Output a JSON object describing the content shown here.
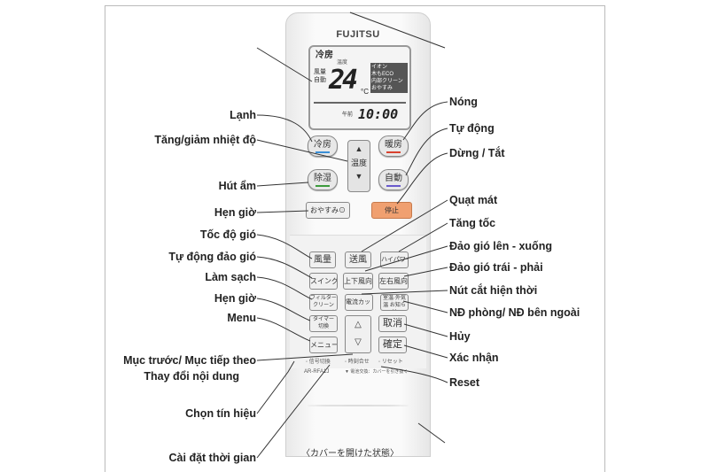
{
  "remote": {
    "brand": "FUJITSU",
    "lcd": {
      "mode": "冷房",
      "fan_line1": "風量",
      "fan_line2": "自動",
      "temp_label": "温度",
      "temperature": "24",
      "unit": "°C",
      "side_indicators": [
        "イオン",
        "木もECO",
        "内部クリーン",
        "おやすみ"
      ],
      "time_prefix": "午前",
      "time": "10:00"
    },
    "buttons": {
      "cool": "冷房",
      "heat": "暖房",
      "dry": "除湿",
      "auto": "自動",
      "temp_rocker": "温度",
      "up": "▲",
      "down": "▼",
      "sleep": "おやすみ⊙",
      "stop": "停止",
      "fan_speed": "風量",
      "fan": "送風",
      "powerful": "ハイパワー",
      "swing": "スイング",
      "vertical": "上下風向",
      "horizontal": "左右風向",
      "filter": "フィルター クリーン",
      "current_cut": "電流カット",
      "temp_display": "室温·外気温 お知らせ",
      "timer": "タイマー 切換",
      "menu": "メニュー",
      "nav_up": "△",
      "nav_down": "▽",
      "cancel": "取消",
      "confirm": "確定"
    },
    "small_text": {
      "signal": "◦ 信号切換",
      "clock_set": "◦ 時刻合せ",
      "reset": "◦ リセット",
      "model": "AR-RFA1J",
      "battery": "▼ 電池交換：カバーを引き抜く"
    },
    "colors": {
      "cool": "#3a8fd6",
      "heat": "#d9412e",
      "dry": "#3c9b3c",
      "auto": "#6a5acd",
      "stop": "#f0a070"
    }
  },
  "caption": "〈カバーを開けた状態〉",
  "labels_left": [
    "Lạnh",
    "Tăng/giảm nhiệt độ",
    "Hút ẩm",
    "Hẹn giờ",
    "Tốc độ gió",
    "Tự động đảo gió",
    "Làm sạch",
    "Hẹn giờ",
    "Menu",
    "Mục trước/ Mục tiếp theo",
    "Thay đổi nội dung",
    "Chọn tín hiệu",
    "Cài đặt thời gian"
  ],
  "labels_right": [
    "Nóng",
    "Tự động",
    "Dừng / Tắt",
    "Quạt mát",
    "Tăng tốc",
    "Đảo gió lên - xuống",
    "Đảo gió trái - phải",
    "Nút cắt hiện thời",
    "NĐ phòng/ NĐ bên ngoài",
    "Hủy",
    "Xác nhận",
    "Reset"
  ]
}
